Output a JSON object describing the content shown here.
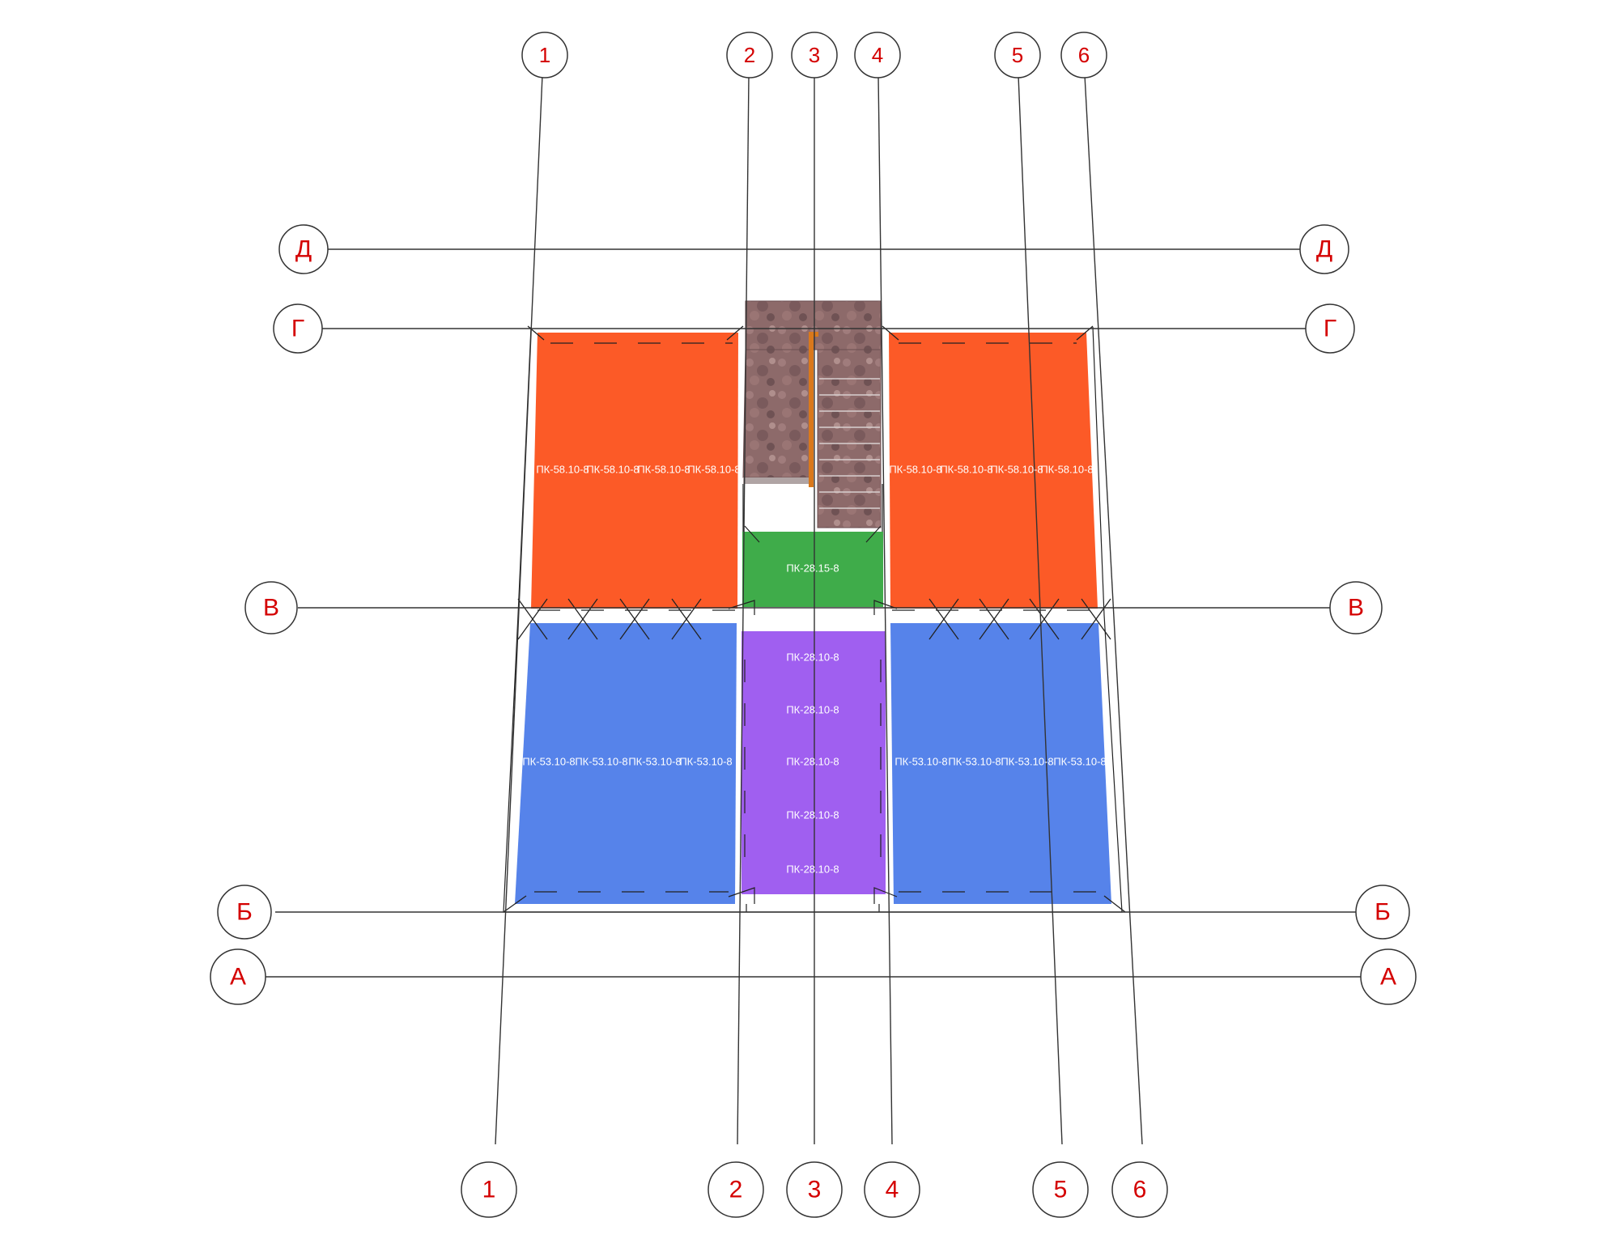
{
  "axes": {
    "vertical_top": [
      "1",
      "2",
      "3",
      "4",
      "5",
      "6"
    ],
    "vertical_bottom": [
      "1",
      "2",
      "3",
      "4",
      "5",
      "6"
    ],
    "horizontal_left": [
      "Д",
      "Г",
      "В",
      "Б",
      "А"
    ],
    "horizontal_right": [
      "Д",
      "Г",
      "В",
      "Б",
      "А"
    ]
  },
  "colors": {
    "orange": "#fc5a27",
    "blue": "#5683ea",
    "green": "#3fac4a",
    "purple": "#a05ff0",
    "stair": "#8d6a6a",
    "axis_text": "#d40000"
  },
  "panels": {
    "top_left": [
      "ПК-58.10-8",
      "ПК-58.10-8",
      "ПК-58.10-8",
      "ПК-58.10-8"
    ],
    "top_right": [
      "ПК-58.10-8",
      "ПК-58.10-8",
      "ПК-58.10-8",
      "ПК-58.10-8"
    ],
    "green": "ПК-28.15-8",
    "center": [
      "ПК-28.10-8",
      "ПК-28.10-8",
      "ПК-28.10-8",
      "ПК-28.10-8",
      "ПК-28.10-8"
    ],
    "bottom_left": [
      "ПК-53.10-8",
      "ПК-53.10-8",
      "ПК-53.10-8",
      "ПК-53.10-8"
    ],
    "bottom_right": [
      "ПК-53.10-8",
      "ПК-53.10-8",
      "ПК-53.10-8",
      "ПК-53.10-8"
    ]
  }
}
